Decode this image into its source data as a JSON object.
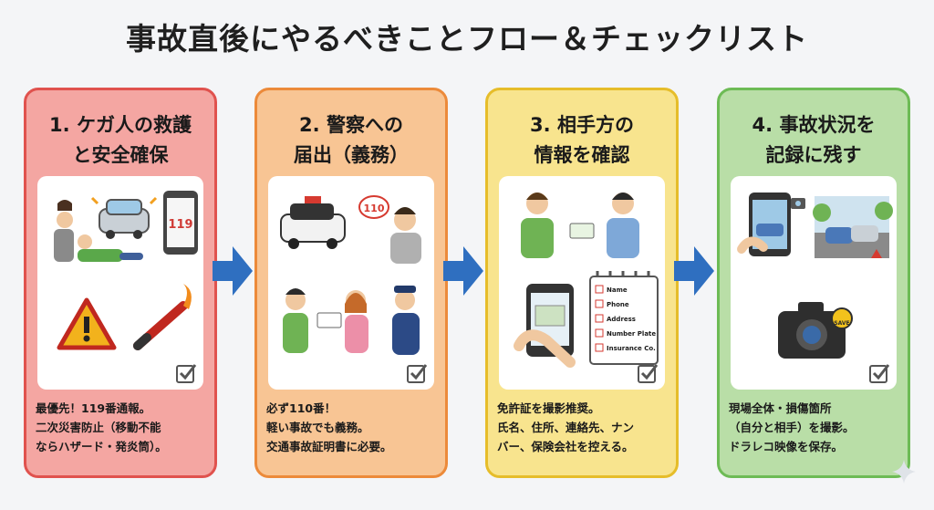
{
  "title": "事故直後にやるべきことフロー＆チェックリスト",
  "steps": [
    {
      "heading_line1": "1. ケガ人の救護",
      "heading_line2": "と安全確保",
      "phone_number": "119",
      "desc": [
        "最優先！119番通報。",
        "二次災害防止（移動不能",
        "ならハザード・発炎筒）。"
      ],
      "color": "#e0524e"
    },
    {
      "heading_line1": "2. 警察への",
      "heading_line2": "届出（義務）",
      "phone_number": "110",
      "desc": [
        "必ず110番！",
        "軽い事故でも義務。",
        "交通事故証明書に必要。"
      ],
      "color": "#ec8a3a"
    },
    {
      "heading_line1": "3. 相手方の",
      "heading_line2": "情報を確認",
      "checklist": [
        "Name",
        "Phone",
        "Address",
        "Number Plate",
        "Insurance Co."
      ],
      "desc": [
        "免許証を撮影推奨。",
        "氏名、住所、連絡先、ナン",
        "バー、保険会社を控える。"
      ],
      "color": "#e6bd2a"
    },
    {
      "heading_line1": "4. 事故状況を",
      "heading_line2": "記録に残す",
      "save_label": "SAVE",
      "desc": [
        "現場全体・損傷箇所",
        "（自分と相手）を撮影。",
        "ドラレコ映像を保存。"
      ],
      "color": "#6dbb55"
    }
  ],
  "arrow_color": "#2f6fc0"
}
